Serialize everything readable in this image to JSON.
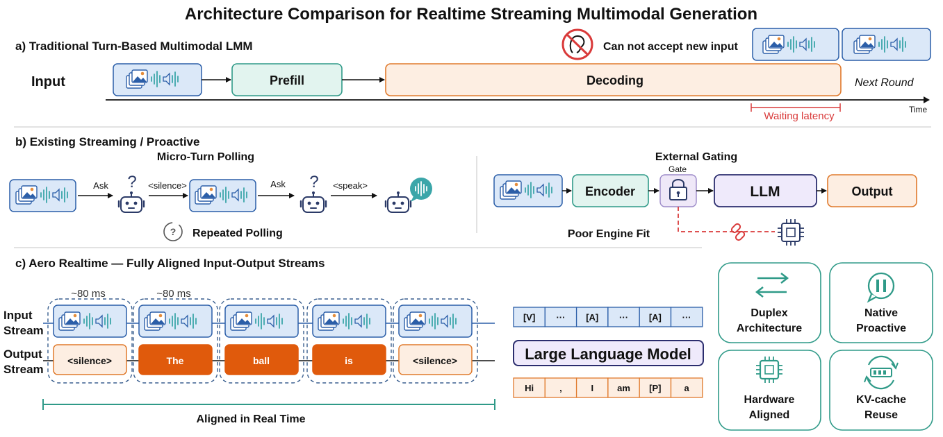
{
  "title": "Architecture Comparison for Realtime Streaming Multimodal Generation",
  "colors": {
    "blue_fill": "#dbe8f8",
    "blue_stroke": "#2b5ea8",
    "teal_fill": "#e2f4ef",
    "teal_stroke": "#2f9a88",
    "orange_fill": "#fdeee2",
    "orange_stroke": "#e07a2c",
    "orange_solid": "#e05a0c",
    "purple_fill": "#efeafb",
    "purple_stroke": "#2b2d6e",
    "red": "#d93a3a",
    "wave": "#3ba6a9"
  },
  "section_a": {
    "heading": "a) Traditional Turn-Based Multimodal LMM",
    "input_label": "Input",
    "prefill": "Prefill",
    "decoding": "Decoding",
    "next_round": "Next Round",
    "time": "Time",
    "waiting": "Waiting latency",
    "no_input": "Can not accept new input",
    "icon_no_listen": "ear-slash-icon"
  },
  "section_b": {
    "heading": "b) Existing Streaming / Proactive",
    "polling_title": "Micro-Turn Polling",
    "ask1": "Ask",
    "silence": "<silence>",
    "ask2": "Ask",
    "speak": "<speak>",
    "repeated": "Repeated Polling",
    "gating_title": "External Gating",
    "gate": "Gate",
    "encoder": "Encoder",
    "llm": "LLM",
    "output": "Output",
    "poor_fit": "Poor Engine Fit"
  },
  "section_c": {
    "heading": "c) Aero Realtime — Fully Aligned Input-Output Streams",
    "input_stream": [
      "Input",
      "Stream"
    ],
    "output_stream": [
      "Output",
      "Stream"
    ],
    "ms1": "~80 ms",
    "ms2": "~80 ms",
    "outputs": [
      "<silence>",
      "The",
      "ball",
      "is",
      "<silence>"
    ],
    "aligned": "Aligned in Real Time",
    "llm_label": "Large Language Model",
    "in_tokens": [
      "[V]",
      "···",
      "[A]",
      "···",
      "[A]",
      "···"
    ],
    "out_tokens": [
      "Hi",
      ",",
      "I",
      "am",
      "[P]",
      "a"
    ]
  },
  "features": [
    {
      "lines": [
        "Duplex",
        "Architecture"
      ],
      "icon": "swap-arrows-icon"
    },
    {
      "lines": [
        "Native",
        "Proactive"
      ],
      "icon": "pause-bubble-icon"
    },
    {
      "lines": [
        "Hardware",
        "Aligned"
      ],
      "icon": "chip-icon"
    },
    {
      "lines": [
        "KV-cache",
        "Reuse"
      ],
      "icon": "memory-refresh-icon"
    }
  ]
}
